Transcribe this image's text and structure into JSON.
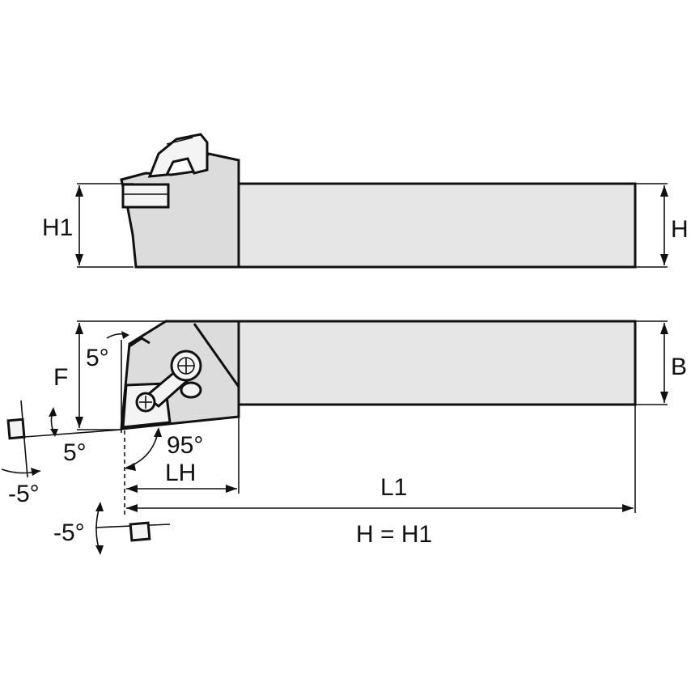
{
  "labels": {
    "h1_side": "H1",
    "h_side": "H",
    "b_side": "B",
    "f_top": "F",
    "angle_5_top": "5°",
    "angle_5_left": "5°",
    "angle_neg5_left": "-5°",
    "angle_neg5_bottom": "-5°",
    "angle_95": "95°",
    "lh": "LH",
    "l1": "L1",
    "h_equals_h1": "H = H1"
  },
  "colors": {
    "line": "#111111",
    "body_fill": "#e6e6e6",
    "background": "#ffffff"
  }
}
